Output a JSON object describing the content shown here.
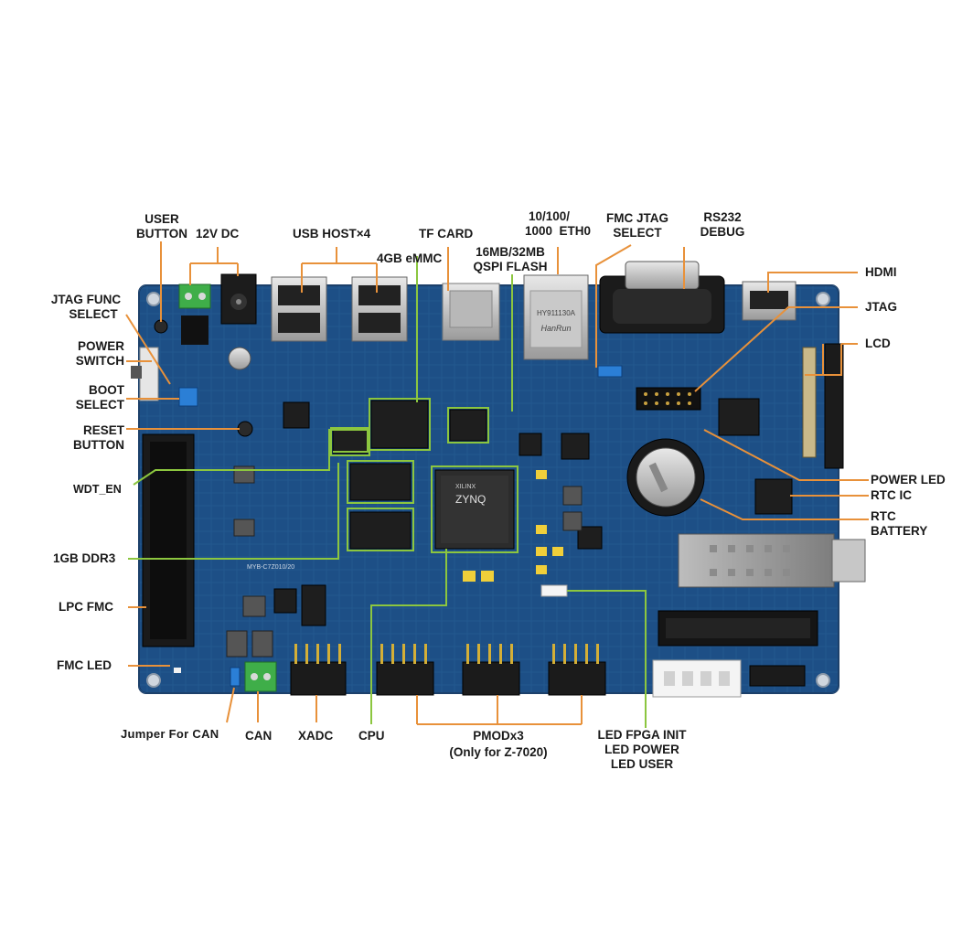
{
  "labels": {
    "user_button": [
      "USER",
      "BUTTON"
    ],
    "dc_12v": "12V DC",
    "usb_host": "USB HOST×4",
    "tf_card": "TF CARD",
    "emmc": "4GB eMMC",
    "qspi": [
      "16MB/32MB",
      "QSPI FLASH"
    ],
    "eth": [
      "10/100/",
      "1000  ETH0"
    ],
    "fmc_jtag": [
      "FMC JTAG",
      "SELECT"
    ],
    "rs232": [
      "RS232",
      "DEBUG"
    ],
    "hdmi": "HDMI",
    "jtag": "JTAG",
    "lcd": "LCD",
    "jtag_func": [
      "JTAG FUNC",
      "SELECT"
    ],
    "power_switch": [
      "POWER",
      "SWITCH"
    ],
    "boot_select": [
      "BOOT",
      "SELECT"
    ],
    "reset_button": [
      "RESET",
      "BUTTON"
    ],
    "wdt_en": "WDT_EN",
    "ddr3": "1GB DDR3",
    "lpc_fmc": "LPC FMC",
    "fmc_led": "FMC LED",
    "power_led": "POWER LED",
    "rtc_ic": "RTC IC",
    "rtc_battery": [
      "RTC",
      "BATTERY"
    ],
    "jumper_can": "Jumper For CAN",
    "can": "CAN",
    "xadc": "XADC",
    "cpu": "CPU",
    "pmod": [
      "PMODx3",
      "(Only for Z-7020)"
    ],
    "led": [
      "LED FPGA INIT",
      "LED POWER",
      "LED USER"
    ]
  },
  "board_text": {
    "cpu_brand": "XILINX",
    "cpu_name": "ZYNQ",
    "eth_brand": "HanRun",
    "eth_part": "HY911130A",
    "board_model": "MYB-C7Z010/20"
  },
  "colors": {
    "board": "#1d4f86",
    "board_dark": "#143a66",
    "orange_line": "#e8913a",
    "green_line": "#8cc63f",
    "label": "#1a1a1a"
  }
}
